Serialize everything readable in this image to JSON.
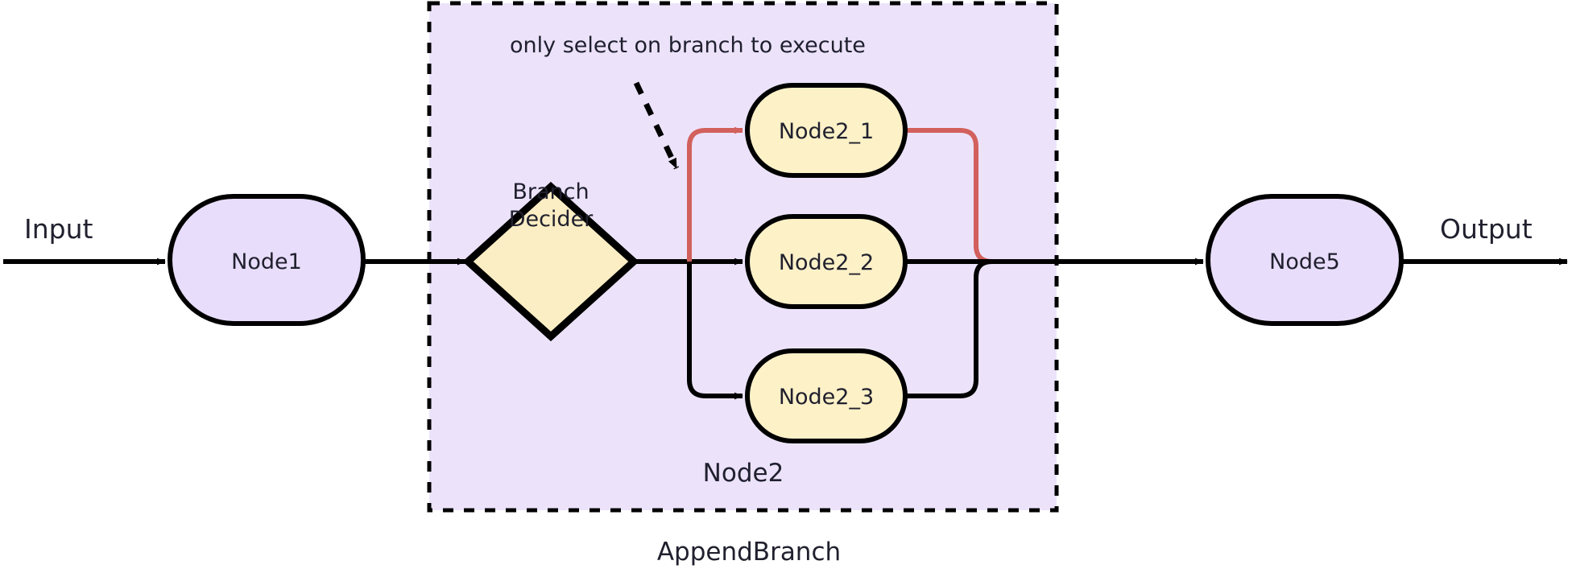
{
  "diagram": {
    "title_label": "AppendBranch",
    "group_label": "Node2",
    "annotation": "only select on branch to execute",
    "io": {
      "input_label": "Input",
      "output_label": "Output"
    },
    "nodes": [
      {
        "id": "node1",
        "label": "Node1",
        "shape": "stadium",
        "fill": "#e8ddfa",
        "stroke": "#000000"
      },
      {
        "id": "decider",
        "label_line1": "Branch",
        "label_line2": "Decider",
        "shape": "diamond",
        "fill": "#fceec4",
        "stroke": "#000000"
      },
      {
        "id": "node2_1",
        "label": "Node2_1",
        "shape": "stadium",
        "fill": "#fdf1c8",
        "stroke": "#000000"
      },
      {
        "id": "node2_2",
        "label": "Node2_2",
        "shape": "stadium",
        "fill": "#fdf1c8",
        "stroke": "#000000"
      },
      {
        "id": "node2_3",
        "label": "Node2_3",
        "shape": "stadium",
        "fill": "#fdf1c8",
        "stroke": "#000000"
      },
      {
        "id": "node5",
        "label": "Node5",
        "shape": "stadium",
        "fill": "#e8ddfa",
        "stroke": "#000000"
      }
    ],
    "colors": {
      "group_fill": "#ece3fb",
      "group_border": "#000000",
      "edge": "#000000",
      "highlight_edge": "#d2605c",
      "node_purple": "#e8ddfa",
      "node_yellow": "#fdf1c8",
      "text": "#20202e"
    },
    "edges": [
      {
        "from": "input",
        "to": "node1",
        "style": "solid",
        "color": "#000000"
      },
      {
        "from": "node1",
        "to": "decider",
        "style": "solid",
        "color": "#000000"
      },
      {
        "from": "decider",
        "to": "node2_1",
        "style": "solid",
        "color": "#d2605c"
      },
      {
        "from": "decider",
        "to": "node2_2",
        "style": "solid",
        "color": "#000000"
      },
      {
        "from": "decider",
        "to": "node2_3",
        "style": "solid",
        "color": "#000000"
      },
      {
        "from": "node2_1",
        "to": "merge",
        "style": "solid",
        "color": "#d2605c"
      },
      {
        "from": "node2_2",
        "to": "merge",
        "style": "solid",
        "color": "#000000"
      },
      {
        "from": "node2_3",
        "to": "merge",
        "style": "solid",
        "color": "#000000"
      },
      {
        "from": "merge",
        "to": "node5",
        "style": "solid",
        "color": "#000000"
      },
      {
        "from": "node5",
        "to": "output",
        "style": "solid",
        "color": "#000000"
      },
      {
        "from": "annotation",
        "to": "node2_1_branch",
        "style": "dashed",
        "color": "#000000"
      }
    ]
  }
}
